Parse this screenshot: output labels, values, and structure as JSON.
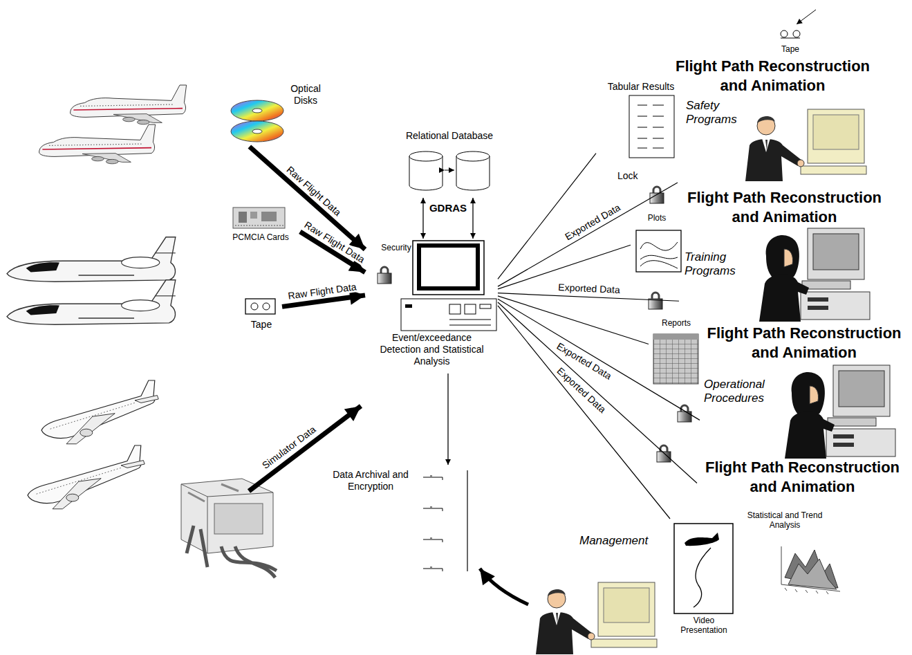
{
  "diagram": {
    "nodes": [
      {
        "text": [
          "Optical Disks"
        ]
      },
      {
        "text": [
          "PCMCIA Cards"
        ]
      },
      {
        "text": [
          "Tape"
        ]
      },
      {
        "text": [
          "Relational Database"
        ]
      },
      {
        "text": [
          "Security",
          "Event/exceedance Detection and Statistical Analysis"
        ]
      },
      {
        "text": [
          "Data Archival and Encryption"
        ]
      },
      {
        "text": [
          "Tape"
        ]
      },
      {
        "text": [
          "Tabular Results",
          "Safety Programs"
        ]
      },
      {
        "text": [
          "Flight Path Reconstruction and Animation"
        ]
      },
      {
        "text": [
          "Plots",
          "Training Programs"
        ]
      },
      {
        "text": [
          "Flight Path Reconstruction and Animation"
        ]
      },
      {
        "text": [
          "Reports",
          "Operational Procedures"
        ]
      },
      {
        "text": [
          "Flight Path Reconstruction and Animation"
        ]
      },
      {
        "text": [
          "Flight Path Reconstruction and Animation",
          "Statistical and Trend Analysis"
        ]
      },
      {
        "text": [
          "Management",
          "Video Presentation"
        ]
      }
    ],
    "edges": [
      {
        "from": 0,
        "to": 4,
        "label": "Raw Flight Data",
        "arrow": "to"
      },
      {
        "from": 1,
        "to": 4,
        "label": "Raw Flight Data",
        "arrow": "to"
      },
      {
        "from": 2,
        "to": 4,
        "label": "Raw Flight Data",
        "arrow": "to"
      },
      {
        "from": 3,
        "to": 4,
        "arrow": "both"
      },
      {
        "from": 3,
        "to": 4,
        "arrow": "both"
      },
      {
        "from": 4,
        "to": 5,
        "arrow": "to"
      },
      {
        "from": 4,
        "to": 7,
        "arrow": "none"
      },
      {
        "from": 4,
        "to": 8,
        "label": "Exported Data",
        "arrow": "none"
      },
      {
        "from": 4,
        "to": 9,
        "arrow": "none"
      },
      {
        "from": 4,
        "to": 10,
        "label": "Exported Data",
        "arrow": "none"
      },
      {
        "from": 4,
        "to": 11,
        "arrow": "none"
      },
      {
        "from": 4,
        "to": 12,
        "label": "Exported Data",
        "arrow": "none"
      },
      {
        "from": 4,
        "to": 13,
        "label": "Exported Data",
        "arrow": "none"
      },
      {
        "from": 4,
        "to": 14,
        "arrow": "none"
      }
    ],
    "labels": [
      "GDRAS",
      "Lock",
      "Simulator Data"
    ]
  }
}
